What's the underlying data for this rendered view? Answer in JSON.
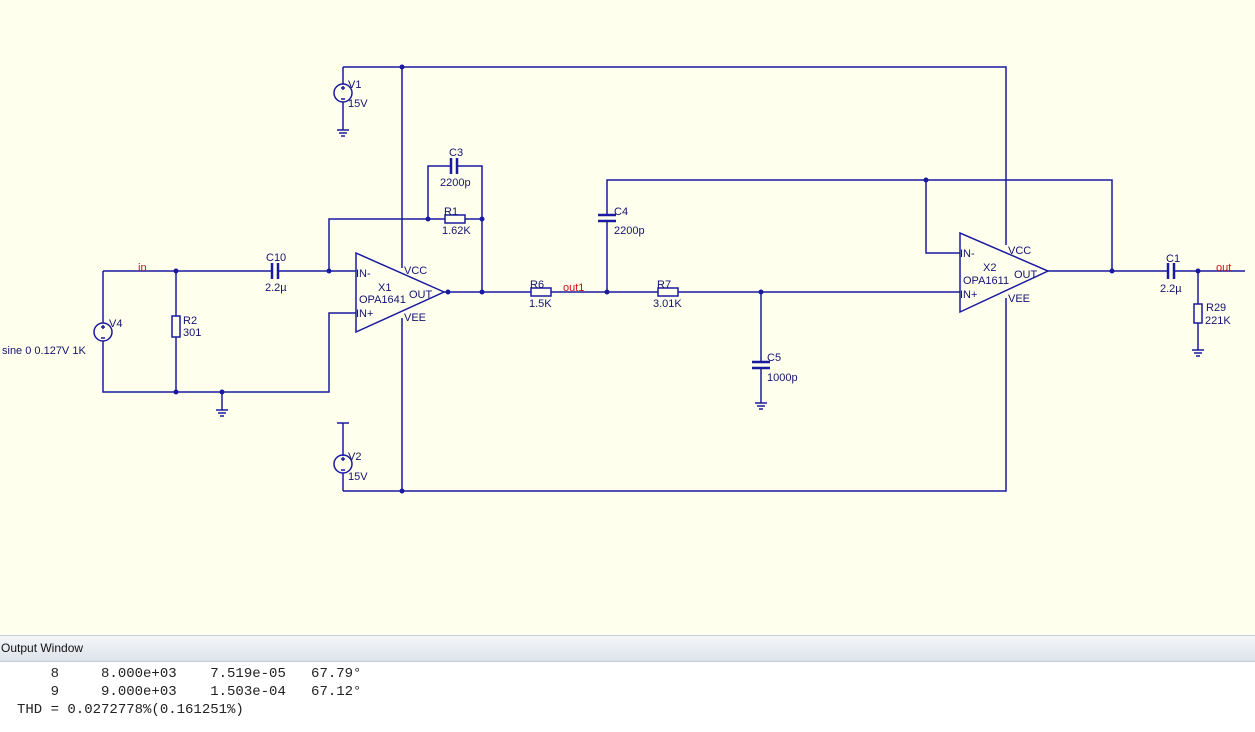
{
  "schematic": {
    "nets": {
      "in": "in",
      "out1": "out1",
      "out": "out"
    },
    "components": {
      "V1": {
        "ref": "V1",
        "value": "15V"
      },
      "V2": {
        "ref": "V2",
        "value": "15V"
      },
      "V4": {
        "ref": "V4",
        "value": "sine 0 0.127V 1K"
      },
      "R2": {
        "ref": "R2",
        "value": "301"
      },
      "C10": {
        "ref": "C10",
        "value": "2.2µ"
      },
      "C3": {
        "ref": "C3",
        "value": "2200p"
      },
      "R1": {
        "ref": "R1",
        "value": "1.62K"
      },
      "X1": {
        "ref": "X1",
        "model": "OPA1641",
        "pins": {
          "inn": "IN-",
          "inp": "IN+",
          "vcc": "VCC",
          "vee": "VEE",
          "out": "OUT"
        }
      },
      "R6": {
        "ref": "R6",
        "value": "1.5K"
      },
      "C4": {
        "ref": "C4",
        "value": "2200p"
      },
      "R7": {
        "ref": "R7",
        "value": "3.01K"
      },
      "C5": {
        "ref": "C5",
        "value": "1000p"
      },
      "X2": {
        "ref": "X2",
        "model": "OPA1611",
        "pins": {
          "inn": "IN-",
          "inp": "IN+",
          "vcc": "VCC",
          "vee": "VEE",
          "out": "OUT"
        }
      },
      "C1": {
        "ref": "C1",
        "value": "2.2µ"
      },
      "R29": {
        "ref": "R29",
        "value": "221K"
      }
    }
  },
  "output_window": {
    "title": "Output Window",
    "lines": [
      "    8     8.000e+03    7.519e-05   67.79°",
      "    9     9.000e+03    1.503e-04   67.12°",
      "THD = 0.0272778%(0.161251%)"
    ]
  }
}
